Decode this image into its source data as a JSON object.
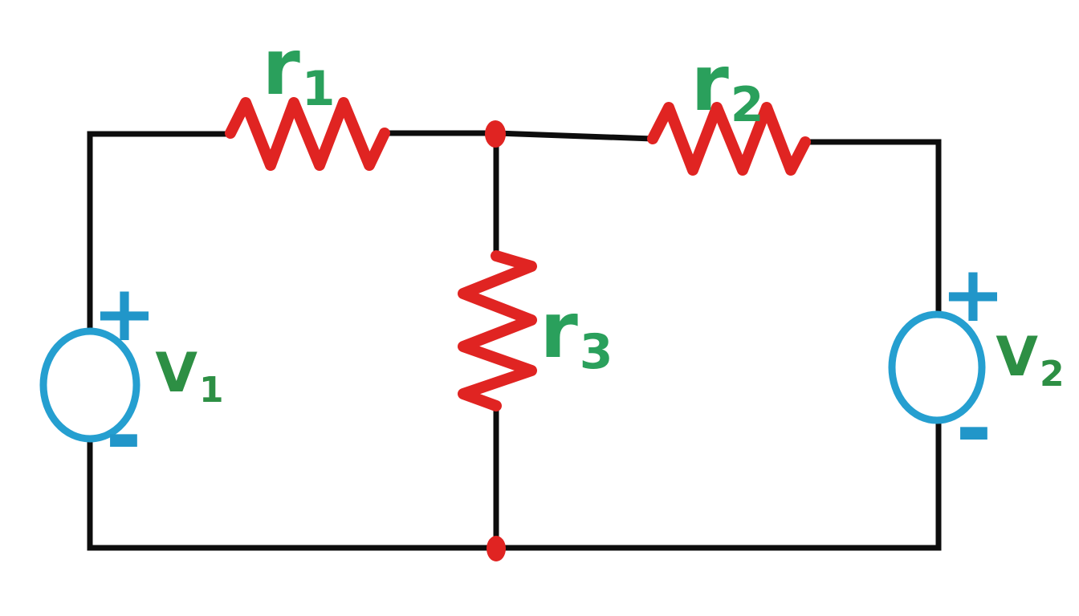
{
  "diagram": {
    "kind": "electrical-circuit-schematic",
    "description": "Two-loop DC circuit: voltage source V1 on the left branch, resistor r1 on the top-left branch, shared middle branch with resistor r3, resistor r2 on the top-right branch, voltage source V2 on the right branch. Top and bottom middle nodes marked with red junction dots.",
    "colors": {
      "wire": "#0d0d0d",
      "resistor": "#e02422",
      "junction_dot": "#e02422",
      "source_outline": "#259fd0",
      "polarity_mark": "#2196c9",
      "resistor_label": "#2aa05c",
      "source_label": "#2d8f44",
      "background": "#ffffff"
    },
    "components": [
      {
        "id": "V1",
        "type": "voltage-source",
        "label": "V1",
        "orientation": "vertical",
        "polarity": "plus-top-minus-bottom",
        "position": "left-branch"
      },
      {
        "id": "r1",
        "type": "resistor",
        "label": "r1",
        "orientation": "horizontal",
        "position": "top-left-branch"
      },
      {
        "id": "r3",
        "type": "resistor",
        "label": "r3",
        "orientation": "vertical",
        "position": "middle-branch"
      },
      {
        "id": "r2",
        "type": "resistor",
        "label": "r2",
        "orientation": "horizontal",
        "position": "top-right-branch"
      },
      {
        "id": "V2",
        "type": "voltage-source",
        "label": "V2",
        "orientation": "vertical",
        "polarity": "plus-top-minus-bottom",
        "position": "right-branch"
      }
    ],
    "junctions": [
      "top-middle-node",
      "bottom-middle-node"
    ]
  },
  "labels": {
    "r1": {
      "main": "r",
      "sub": "1"
    },
    "r2": {
      "main": "r",
      "sub": "2"
    },
    "r3": {
      "main": "r",
      "sub": "3"
    },
    "v1": {
      "main": "V",
      "sub": "1"
    },
    "v2": {
      "main": "V",
      "sub": "2"
    },
    "plus": "+",
    "minus": "-"
  }
}
